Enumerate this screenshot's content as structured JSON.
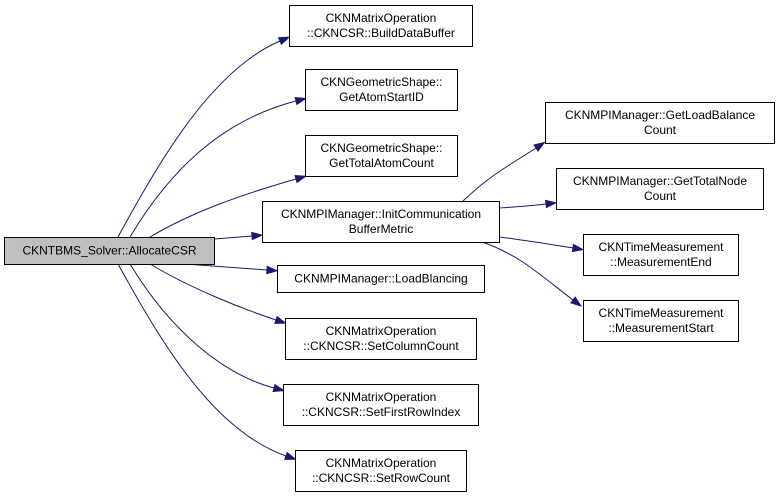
{
  "nodes": {
    "root": {
      "lines": [
        "CKNTBMS_Solver::AllocateCSR"
      ]
    },
    "build_data_buffer": {
      "lines": [
        "CKNMatrixOperation",
        "::CKNCSR::BuildDataBuffer"
      ]
    },
    "get_atom_start_id": {
      "lines": [
        "CKNGeometricShape::",
        "GetAtomStartID"
      ]
    },
    "get_total_atom_count": {
      "lines": [
        "CKNGeometricShape::",
        "GetTotalAtomCount"
      ]
    },
    "init_communication": {
      "lines": [
        "CKNMPIManager::InitCommunication",
        "BufferMetric"
      ]
    },
    "load_blancing": {
      "lines": [
        "CKNMPIManager::LoadBlancing"
      ]
    },
    "set_column_count": {
      "lines": [
        "CKNMatrixOperation",
        "::CKNCSR::SetColumnCount"
      ]
    },
    "set_first_row_index": {
      "lines": [
        "CKNMatrixOperation",
        "::CKNCSR::SetFirstRowIndex"
      ]
    },
    "set_row_count": {
      "lines": [
        "CKNMatrixOperation",
        "::CKNCSR::SetRowCount"
      ]
    },
    "get_load_balance_count": {
      "lines": [
        "CKNMPIManager::GetLoadBalance",
        "Count"
      ]
    },
    "get_total_node_count": {
      "lines": [
        "CKNMPIManager::GetTotalNode",
        "Count"
      ]
    },
    "measurement_end": {
      "lines": [
        "CKNTimeMeasurement",
        "::MeasurementEnd"
      ]
    },
    "measurement_start": {
      "lines": [
        "CKNTimeMeasurement",
        "::MeasurementStart"
      ]
    }
  },
  "edges": [
    [
      "root",
      "build_data_buffer"
    ],
    [
      "root",
      "get_atom_start_id"
    ],
    [
      "root",
      "get_total_atom_count"
    ],
    [
      "root",
      "init_communication"
    ],
    [
      "root",
      "load_blancing"
    ],
    [
      "root",
      "set_column_count"
    ],
    [
      "root",
      "set_first_row_index"
    ],
    [
      "root",
      "set_row_count"
    ],
    [
      "init_communication",
      "get_load_balance_count"
    ],
    [
      "init_communication",
      "get_total_node_count"
    ],
    [
      "init_communication",
      "measurement_end"
    ],
    [
      "init_communication",
      "measurement_start"
    ]
  ],
  "colors": {
    "edge": "#191970",
    "root_fill": "#bfbfbf",
    "node_fill": "#ffffff",
    "node_border": "#000000"
  }
}
